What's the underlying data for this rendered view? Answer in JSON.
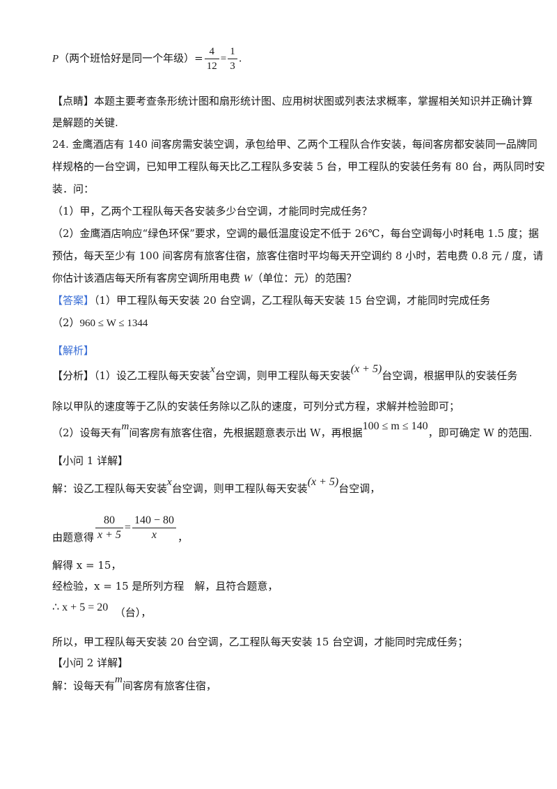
{
  "top_prob": {
    "p": "P",
    "label": "（两个班恰好是同一个年级）=",
    "f1_num": "4",
    "f1_den": "12",
    "eq": "=",
    "f2_num": "1",
    "f2_den": "3",
    "end": "."
  },
  "comment": {
    "line1": "【点睛】本题主要考查条形统计图和扇形统计图、应用树状图或列表法求概率，掌握相关知识并正确计算",
    "line2": "是解题的关键."
  },
  "problem": {
    "line1": "24. 金鹰酒店有 140 间客房需安装空调，承包给甲、乙两个工程队合作安装，每间客房都安装同一品牌同",
    "line2": "样规格的一台空调，已知甲工程队每天比乙工程队多安装 5 台，甲工程队的安装任务有 80 台，两队同时安",
    "line3": "装．问：",
    "q1": "（1）甲，乙两个工程队每天各安装多少台空调，才能同时完成任务？",
    "q2_a": "（2）金鹰酒店响应“绿色环保”要求，空调的最低温度设定不低于 26℃，每台空调每小时耗电 1.5 度；据",
    "q2_b": "预估，每天至少有 100 间客房有旅客住宿，旅客住宿时平均每天开空调约 8 小时，若电费 0.8 元 / 度，请",
    "q2_c1": "你估计该酒店每天所有客房空调所用电费 ",
    "q2_c_var": "W",
    "q2_c2": "（单位：元）的范围？"
  },
  "answer": {
    "tag": "【答案】",
    "a1": "（1）甲工程队每天安装 20 台空调，乙工程队每天安装 15 台空调，才能同时完成任务",
    "a2_pre": "（2）",
    "a2_math": "960 ≤ W ≤ 1344"
  },
  "analysis": {
    "tag": "【解析】",
    "fx1_pre": "【分析】（1）设乙工程队每天安装",
    "fx1_x": "x",
    "fx1_mid": "台空调，则甲工程队每天安装",
    "fx1_expr": "(x + 5)",
    "fx1_post": "台空调，根据甲队的安装任务",
    "fx2": "除以甲队的速度等于乙队的安装任务除以乙队的速度，可列分式方程，求解并检验即可；",
    "fx3_pre": "（2）设每天有",
    "fx3_m": "m",
    "fx3_mid": "间客房有旅客住宿，先根据题意表示出 W，再根据",
    "fx3_range": "100 ≤ m ≤ 140",
    "fx3_post": "，即可确定 W 的范围."
  },
  "part1": {
    "tag": "【小问 1 详解】",
    "s1_pre": "解：设乙工程队每天安装",
    "s1_x": "x",
    "s1_mid": "台空调，则甲工程队每天安装",
    "s1_expr": "(x + 5)",
    "s1_post": "台空调，",
    "eq_pre": "由题意得",
    "eq_l_num": "80",
    "eq_l_den": "x + 5",
    "eq_sign": "=",
    "eq_r_num": "140 − 80",
    "eq_r_den": "x",
    "eq_post": "，",
    "solve": "解得 x = 15，",
    "check": "经检验，x = 15 是所列方程　解，且符合题意，",
    "therefore": "∴ x + 5 = 20",
    "unit": "（台），",
    "conclusion": "所以，甲工程队每天安装 20 台空调，乙工程队每天安装 15 台空调，才能同时完成任务；"
  },
  "part2": {
    "tag": "【小问 2 详解】",
    "s1_pre": "解：设每天有",
    "s1_m": "m",
    "s1_post": "间客房有旅客住宿，"
  }
}
